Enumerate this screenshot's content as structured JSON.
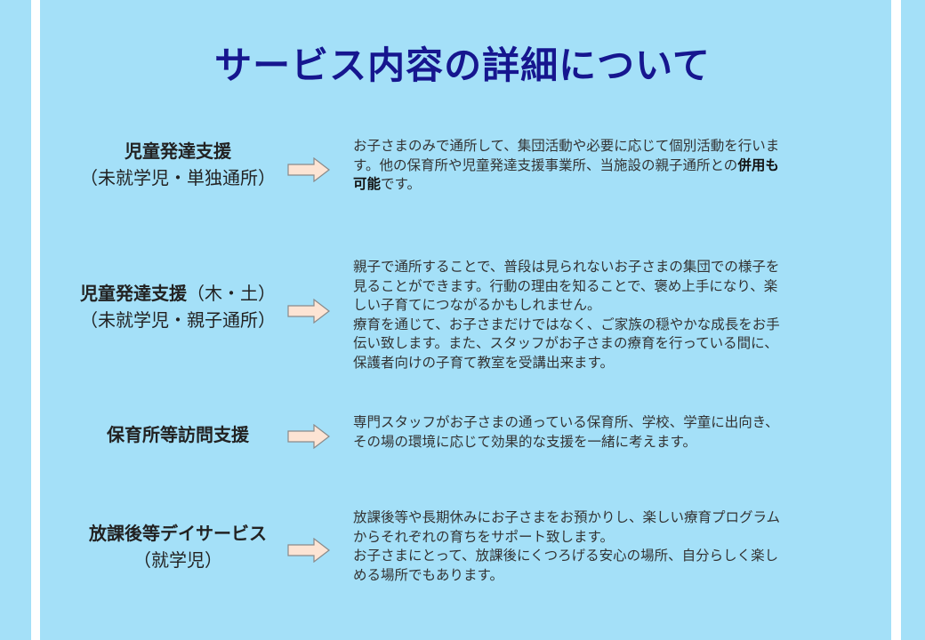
{
  "title": "サービス内容の詳細について",
  "colors": {
    "background": "#a4e0f8",
    "title": "#16168f",
    "arrow_fill": "#fde4d4"
  },
  "services": [
    {
      "name": "児童発達支援",
      "name_suffix": "",
      "sub": "（未就学児・単独通所）",
      "lines": [
        [
          "お子さまのみで通所して、集団活動や必要に応じて個別活動を行いま"
        ],
        [
          "す。他の保育所や児童発達支援事業所、当施設の親子通所との",
          "併用も"
        ],
        [
          "",
          "可能",
          "です。"
        ]
      ]
    },
    {
      "name": "児童発達支援",
      "name_suffix": "（木・土）",
      "sub": "（未就学児・親子通所）",
      "lines": [
        [
          "親子で通所することで、普段は見られないお子さまの集団での様子を"
        ],
        [
          "見ることができます。行動の理由を知ることで、褒め上手になり、楽"
        ],
        [
          "しい子育てにつながるかもしれません。"
        ],
        [
          "療育を通じて、お子さまだけではなく、ご家族の穏やかな成長をお手"
        ],
        [
          "伝い致します。また、スタッフがお子さまの療育を行っている間に、"
        ],
        [
          "保護者向けの子育て教室を受講出来ます。"
        ]
      ]
    },
    {
      "name": "保育所等訪問支援",
      "name_suffix": "",
      "sub": "",
      "lines": [
        [
          "専門スタッフがお子さまの通っている保育所、学校、学童に出向き、"
        ],
        [
          "その場の環境に応じて効果的な支援を一緒に考えます。"
        ]
      ]
    },
    {
      "name": "放課後等デイサービス",
      "name_suffix": "",
      "sub": "（就学児）",
      "lines": [
        [
          "放課後等や長期休みにお子さまをお預かりし、楽しい療育プログラム"
        ],
        [
          "からそれぞれの育ちをサポート致します。"
        ],
        [
          "お子さまにとって、放課後にくつろげる安心の場所、自分らしく楽し"
        ],
        [
          "める場所でもあります。"
        ]
      ]
    }
  ]
}
